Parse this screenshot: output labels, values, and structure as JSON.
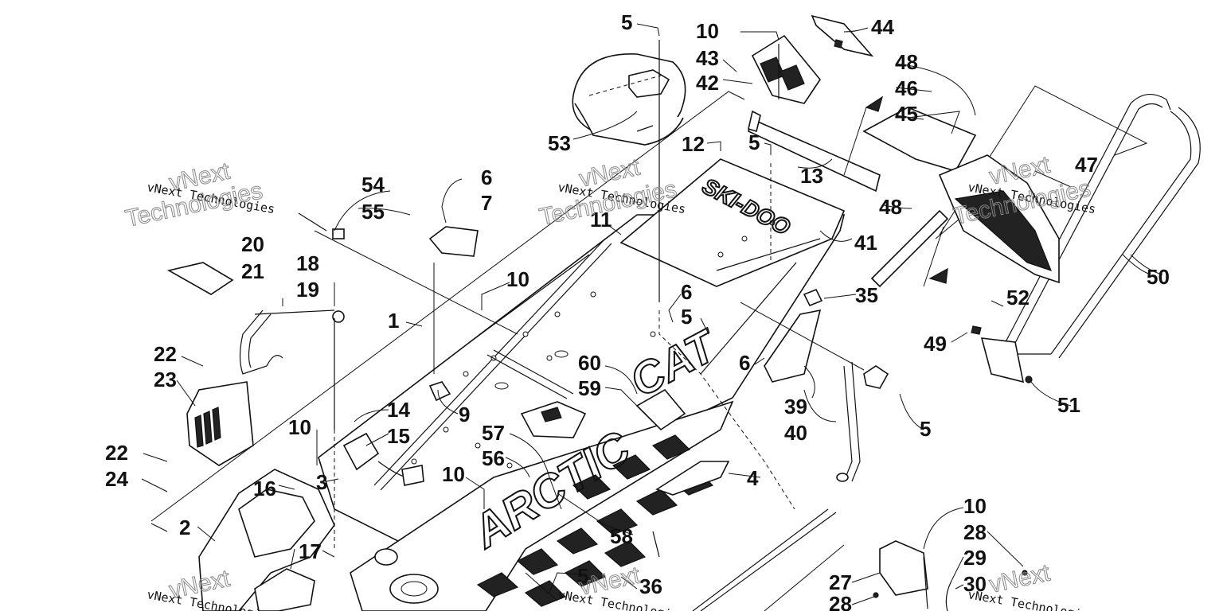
{
  "watermark": {
    "text": "vNext Technologies",
    "outline_words": [
      "vNext",
      "Technologies"
    ]
  },
  "logos": {
    "ski_doo_style": "SKI-DOO",
    "cat": "CAT",
    "arctic": "ARCTIC"
  },
  "callouts": [
    "5",
    "10",
    "44",
    "43",
    "42",
    "48",
    "46",
    "45",
    "53",
    "12",
    "5",
    "13",
    "47",
    "6",
    "7",
    "54",
    "55",
    "11",
    "48",
    "41",
    "20",
    "21",
    "18",
    "19",
    "50",
    "10",
    "35",
    "1",
    "6",
    "5",
    "52",
    "22",
    "23",
    "49",
    "60",
    "6",
    "59",
    "9",
    "14",
    "39",
    "51",
    "10",
    "15",
    "57",
    "5",
    "40",
    "22",
    "56",
    "24",
    "3",
    "10",
    "4",
    "16",
    "2",
    "58",
    "17",
    "10",
    "28",
    "5",
    "29",
    "36",
    "27",
    "30",
    "28"
  ],
  "colors": {
    "line": "#111111",
    "background": "#ffffff",
    "watermark": "#888888"
  }
}
